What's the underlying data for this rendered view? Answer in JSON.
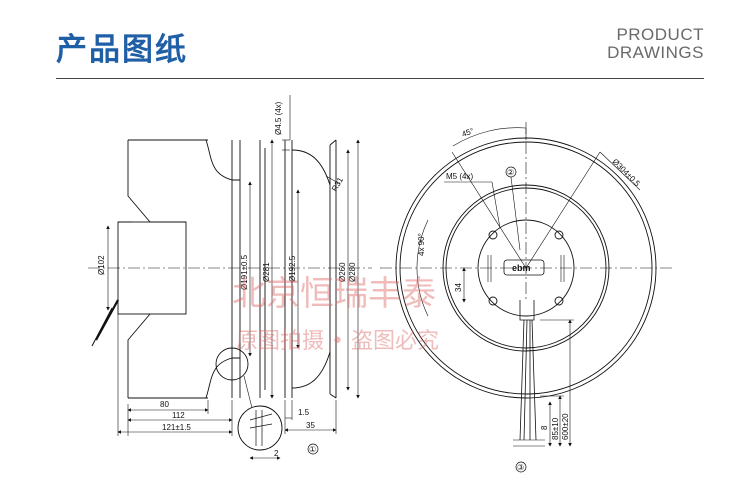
{
  "header": {
    "title_cn": "产品图纸",
    "title_en_line1": "PRODUCT",
    "title_en_line2": "DRAWINGS"
  },
  "side_view": {
    "dim_hole": "Ø4.5 (4x)",
    "dim_d102": "Ø102",
    "dim_d191": "Ø191±0.5",
    "dim_d281": "Ø281",
    "dim_d192_5": "Ø192.5",
    "dim_d260": "Ø260",
    "dim_d280": "Ø280",
    "dim_r31": "R31",
    "dim_80": "80",
    "dim_112": "112",
    "dim_121": "121±1.5",
    "dim_1_5": "1.5",
    "dim_35": "35",
    "dim_2": "2",
    "callout_1": "①"
  },
  "front_view": {
    "angle_45": "45°",
    "dim_m5": "M5 (4x)",
    "callout_2": "②",
    "dim_d304": "Ø304±0.5",
    "dim_4x90": "4x 90°",
    "dim_34": "34",
    "brand": "ebm",
    "dim_8": "8",
    "dim_85": "85±10",
    "dim_600": "600±20",
    "callout_3": "③"
  },
  "watermark": {
    "line1": "北京恒瑞丰泰",
    "line2": "原图拍摄 • 盗图必究"
  },
  "colors": {
    "title_blue": "#1f5fa6",
    "watermark_red": "#e06a6a",
    "line": "#111111"
  }
}
